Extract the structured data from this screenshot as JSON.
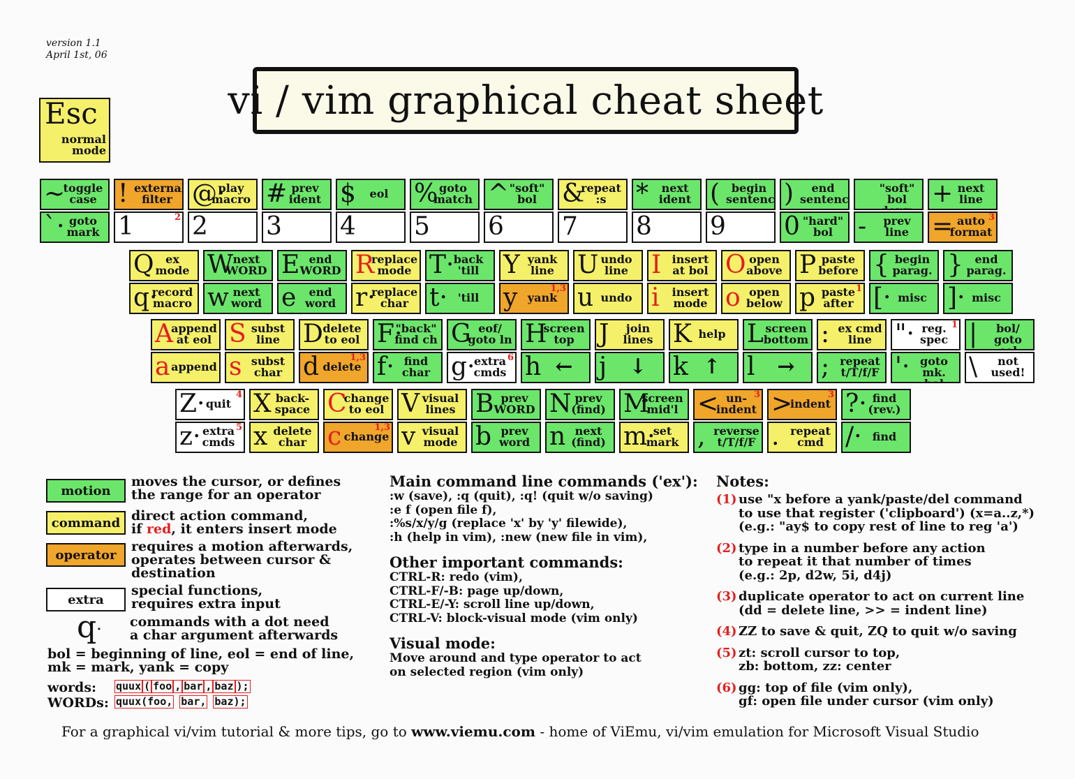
{
  "version": {
    "line1": "version 1.1",
    "line2": "April 1st, 06"
  },
  "title": "vi / vim graphical cheat sheet",
  "esc": {
    "key": "Esc",
    "desc": "normal\nmode"
  },
  "rows": [
    {
      "keys": [
        {
          "top": {
            "sym": "~",
            "desc": "toggle\ncase",
            "type": "motion"
          },
          "bottom": {
            "sym": "`·",
            "desc": "goto\nmark",
            "type": "motion"
          }
        },
        {
          "top": {
            "sym": "!",
            "desc": "external\nfilter",
            "type": "operator"
          },
          "bottom": {
            "sym": "1",
            "desc": "",
            "note": "2",
            "type": "extra"
          }
        },
        {
          "top": {
            "sym": "@·",
            "desc": "play\nmacro",
            "type": "command"
          },
          "bottom": {
            "sym": "2",
            "desc": "",
            "type": "extra"
          }
        },
        {
          "top": {
            "sym": "#",
            "desc": "prev\nident",
            "type": "motion"
          },
          "bottom": {
            "sym": "3",
            "desc": "",
            "type": "extra"
          }
        },
        {
          "top": {
            "sym": "$",
            "desc": "eol",
            "type": "motion"
          },
          "bottom": {
            "sym": "4",
            "desc": "",
            "type": "extra"
          }
        },
        {
          "top": {
            "sym": "%",
            "desc": "goto\nmatch",
            "type": "motion"
          },
          "bottom": {
            "sym": "5",
            "desc": "",
            "type": "extra"
          }
        },
        {
          "top": {
            "sym": "^",
            "desc": "\"soft\"\nbol",
            "type": "motion"
          },
          "bottom": {
            "sym": "6",
            "desc": "",
            "type": "extra"
          }
        },
        {
          "top": {
            "sym": "&",
            "desc": "repeat\n:s",
            "type": "command"
          },
          "bottom": {
            "sym": "7",
            "desc": "",
            "type": "extra"
          }
        },
        {
          "top": {
            "sym": "*",
            "desc": "next\nident",
            "type": "motion"
          },
          "bottom": {
            "sym": "8",
            "desc": "",
            "type": "extra"
          }
        },
        {
          "top": {
            "sym": "(",
            "desc": "begin\nsentence",
            "type": "motion"
          },
          "bottom": {
            "sym": "9",
            "desc": "",
            "type": "extra"
          }
        },
        {
          "top": {
            "sym": ")",
            "desc": "end\nsentence",
            "type": "motion"
          },
          "bottom": {
            "sym": "0",
            "desc": "\"hard\"\nbol",
            "type": "motion"
          }
        },
        {
          "top": {
            "sym": "",
            "desc": "\"soft\" bol\ndown",
            "type": "motion"
          },
          "bottom": {
            "sym": "-",
            "desc": "prev\nline",
            "type": "motion"
          }
        },
        {
          "top": {
            "sym": "+",
            "desc": "next\nline",
            "type": "motion"
          },
          "bottom": {
            "sym": "=",
            "desc": "auto\nformat",
            "note": "3",
            "type": "operator"
          }
        }
      ]
    },
    {
      "keys": [
        {
          "top": {
            "sym": "Q",
            "desc": "ex\nmode",
            "type": "command"
          },
          "bottom": {
            "sym": "q·",
            "desc": "record\nmacro",
            "type": "command"
          }
        },
        {
          "top": {
            "sym": "W",
            "desc": "next\nWORD",
            "type": "motion"
          },
          "bottom": {
            "sym": "w",
            "desc": "next\nword",
            "type": "motion"
          }
        },
        {
          "top": {
            "sym": "E",
            "desc": "end\nWORD",
            "type": "motion"
          },
          "bottom": {
            "sym": "e",
            "desc": "end\nword",
            "type": "motion"
          }
        },
        {
          "top": {
            "sym": "R",
            "desc": "replace\nmode",
            "type": "command",
            "red": true
          },
          "bottom": {
            "sym": "r·",
            "desc": "replace\nchar",
            "type": "command"
          }
        },
        {
          "top": {
            "sym": "T·",
            "desc": "back\n'till",
            "type": "motion"
          },
          "bottom": {
            "sym": "t·",
            "desc": "'till",
            "type": "motion"
          }
        },
        {
          "top": {
            "sym": "Y",
            "desc": "yank\nline",
            "type": "command"
          },
          "bottom": {
            "sym": "y",
            "desc": "yank",
            "note": "1,3",
            "type": "operator"
          }
        },
        {
          "top": {
            "sym": "U",
            "desc": "undo\nline",
            "type": "command"
          },
          "bottom": {
            "sym": "u",
            "desc": "undo",
            "type": "command"
          }
        },
        {
          "top": {
            "sym": "I",
            "desc": "insert\nat bol",
            "type": "command",
            "red": true
          },
          "bottom": {
            "sym": "i",
            "desc": "insert\nmode",
            "type": "command",
            "red": true
          }
        },
        {
          "top": {
            "sym": "O",
            "desc": "open\nabove",
            "type": "command",
            "red": true
          },
          "bottom": {
            "sym": "o",
            "desc": "open\nbelow",
            "type": "command",
            "red": true
          }
        },
        {
          "top": {
            "sym": "P",
            "desc": "paste\nbefore",
            "type": "command"
          },
          "bottom": {
            "sym": "p",
            "desc": "paste\nafter",
            "note": "1",
            "type": "command"
          }
        },
        {
          "top": {
            "sym": "{",
            "desc": "begin\nparag.",
            "type": "motion"
          },
          "bottom": {
            "sym": "[·",
            "desc": "misc",
            "type": "motion"
          }
        },
        {
          "top": {
            "sym": "}",
            "desc": "end\nparag.",
            "type": "motion"
          },
          "bottom": {
            "sym": "]·",
            "desc": "misc",
            "type": "motion"
          }
        }
      ]
    },
    {
      "keys": [
        {
          "top": {
            "sym": "A",
            "desc": "append\nat eol",
            "type": "command",
            "red": true
          },
          "bottom": {
            "sym": "a",
            "desc": "append",
            "type": "command",
            "red": true
          }
        },
        {
          "top": {
            "sym": "S",
            "desc": "subst\nline",
            "type": "command",
            "red": true
          },
          "bottom": {
            "sym": "s",
            "desc": "subst\nchar",
            "type": "command",
            "red": true
          }
        },
        {
          "top": {
            "sym": "D",
            "desc": "delete\nto eol",
            "type": "command"
          },
          "bottom": {
            "sym": "d",
            "desc": "delete",
            "note": "1,3",
            "type": "operator"
          }
        },
        {
          "top": {
            "sym": "F·",
            "desc": "\"back\"\nfind ch",
            "type": "motion"
          },
          "bottom": {
            "sym": "f·",
            "desc": "find\nchar",
            "type": "motion"
          }
        },
        {
          "top": {
            "sym": "G",
            "desc": "eof/\ngoto ln",
            "type": "motion"
          },
          "bottom": {
            "sym": "g·",
            "desc": "extra\ncmds",
            "note": "6",
            "type": "extra"
          }
        },
        {
          "top": {
            "sym": "H",
            "desc": "screen\ntop",
            "type": "motion"
          },
          "bottom": {
            "sym": "h",
            "desc": "←",
            "type": "motion"
          }
        },
        {
          "top": {
            "sym": "J",
            "desc": "join\nlines",
            "type": "command"
          },
          "bottom": {
            "sym": "j",
            "desc": "↓",
            "type": "motion"
          }
        },
        {
          "top": {
            "sym": "K",
            "desc": "help",
            "type": "command"
          },
          "bottom": {
            "sym": "k",
            "desc": "↑",
            "type": "motion"
          }
        },
        {
          "top": {
            "sym": "L",
            "desc": "screen\nbottom",
            "type": "motion"
          },
          "bottom": {
            "sym": "l",
            "desc": "→",
            "type": "motion"
          }
        },
        {
          "top": {
            "sym": ":",
            "desc": "ex cmd\nline",
            "type": "command"
          },
          "bottom": {
            "sym": ";",
            "desc": "repeat\nt/T/f/F",
            "type": "motion"
          }
        },
        {
          "top": {
            "sym": "\"·",
            "desc": "reg.\nspec",
            "note": "1",
            "type": "extra"
          },
          "bottom": {
            "sym": "'·",
            "desc": "goto\nmk. bol",
            "type": "motion"
          }
        },
        {
          "top": {
            "sym": "|",
            "desc": "bol/\ngoto col",
            "type": "motion"
          },
          "bottom": {
            "sym": "\\",
            "desc": "not\nused!",
            "type": "extra"
          }
        }
      ]
    },
    {
      "keys": [
        {
          "top": {
            "sym": "Z·",
            "desc": "quit",
            "note": "4",
            "type": "extra"
          },
          "bottom": {
            "sym": "z·",
            "desc": "extra\ncmds",
            "note": "5",
            "type": "extra"
          }
        },
        {
          "top": {
            "sym": "X",
            "desc": "back-\nspace",
            "type": "command"
          },
          "bottom": {
            "sym": "x",
            "desc": "delete\nchar",
            "type": "command"
          }
        },
        {
          "top": {
            "sym": "C",
            "desc": "change\nto eol",
            "type": "command",
            "red": true
          },
          "bottom": {
            "sym": "c",
            "desc": "change",
            "note": "1,3",
            "type": "operator",
            "red": true
          }
        },
        {
          "top": {
            "sym": "V",
            "desc": "visual\nlines",
            "type": "command"
          },
          "bottom": {
            "sym": "v",
            "desc": "visual\nmode",
            "type": "command"
          }
        },
        {
          "top": {
            "sym": "B",
            "desc": "prev\nWORD",
            "type": "motion"
          },
          "bottom": {
            "sym": "b",
            "desc": "prev\nword",
            "type": "motion"
          }
        },
        {
          "top": {
            "sym": "N",
            "desc": "prev\n(find)",
            "type": "motion"
          },
          "bottom": {
            "sym": "n",
            "desc": "next\n(find)",
            "type": "motion"
          }
        },
        {
          "top": {
            "sym": "M",
            "desc": "screen\nmid'l",
            "type": "motion"
          },
          "bottom": {
            "sym": "m·",
            "desc": "set\nmark",
            "type": "command"
          }
        },
        {
          "top": {
            "sym": "<",
            "desc": "un-\nindent",
            "note": "3",
            "type": "operator"
          },
          "bottom": {
            "sym": ",",
            "desc": "reverse\nt/T/f/F",
            "type": "motion"
          }
        },
        {
          "top": {
            "sym": ">",
            "desc": "indent",
            "note": "3",
            "type": "operator"
          },
          "bottom": {
            "sym": ".",
            "desc": "repeat\ncmd",
            "type": "command"
          }
        },
        {
          "top": {
            "sym": "?·",
            "desc": "find\n(rev.)",
            "type": "motion"
          },
          "bottom": {
            "sym": "/·",
            "desc": "find",
            "type": "motion"
          }
        }
      ]
    }
  ],
  "legend": {
    "items": [
      {
        "label": "motion",
        "type": "motion",
        "text": "moves the cursor, or defines\nthe range for an operator"
      },
      {
        "label": "command",
        "type": "command",
        "text_pre": "direct action command,\nif ",
        "text_red": "red",
        "text_post": ", it enters insert mode"
      },
      {
        "label": "operator",
        "type": "operator",
        "text": "requires a motion afterwards,\noperates between cursor  &\ndestination"
      },
      {
        "label": "extra",
        "type": "extra",
        "text": "special functions,\nrequires extra input"
      }
    ],
    "dot_symbol": "q",
    "dot_text": "commands with a dot need\na char argument afterwards",
    "bol_text": "bol = beginning of line, eol = end of line,\nmk = mark, yank = copy",
    "words_label": "words:",
    "WORDS_label": "WORDs:",
    "words_boxes": [
      "quux",
      "(",
      "foo",
      ",",
      "bar",
      ",",
      "baz",
      ");"
    ],
    "WORDS_boxes": [
      "quux(foo,",
      "bar,",
      "baz);"
    ]
  },
  "ex_section": {
    "title": "Main command line commands ('ex'):",
    "lines": ":w (save), :q (quit), :q! (quit w/o saving)\n:e f (open file f),\n:%s/x/y/g (replace 'x' by 'y' filewide),\n:h (help in vim), :new (new file in vim),"
  },
  "other_section": {
    "title": "Other important commands:",
    "lines": "CTRL-R: redo (vim),\nCTRL-F/-B: page up/down,\nCTRL-E/-Y: scroll line up/down,\nCTRL-V: block-visual mode (vim only)"
  },
  "visual_section": {
    "title": "Visual mode:",
    "lines": "Move around and type operator to act\non selected region (vim only)"
  },
  "notes": {
    "title": "Notes:",
    "items": [
      {
        "num": "(1)",
        "text": "use \"x before a yank/paste/del command\nto use that register ('clipboard') (x=a..z,*)\n(e.g.: \"ay$ to copy rest of line to reg 'a')"
      },
      {
        "num": "(2)",
        "text": "type in a number before any action\nto repeat it that number of times\n(e.g.: 2p, d2w, 5i, d4j)"
      },
      {
        "num": "(3)",
        "text": "duplicate operator to act on current line\n(dd = delete line, >> = indent line)"
      },
      {
        "num": "(4)",
        "text": "ZZ to save & quit, ZQ to quit w/o saving"
      },
      {
        "num": "(5)",
        "text": "zt: scroll cursor to top,\nzb: bottom, zz: center"
      },
      {
        "num": "(6)",
        "text": "gg: top of file (vim only),\ngf: open file under cursor (vim only)"
      }
    ]
  },
  "footer": {
    "pre": "For a graphical vi/vim tutorial & more tips, go to ",
    "link": "www.viemu.com",
    "post": " - home of ViEmu, vi/vim emulation for Microsoft Visual Studio"
  },
  "colors": {
    "motion": "#6be66b",
    "command": "#f5f06a",
    "operator": "#f0a52b",
    "extra": "#ffffff",
    "red": "#e41e1e"
  }
}
